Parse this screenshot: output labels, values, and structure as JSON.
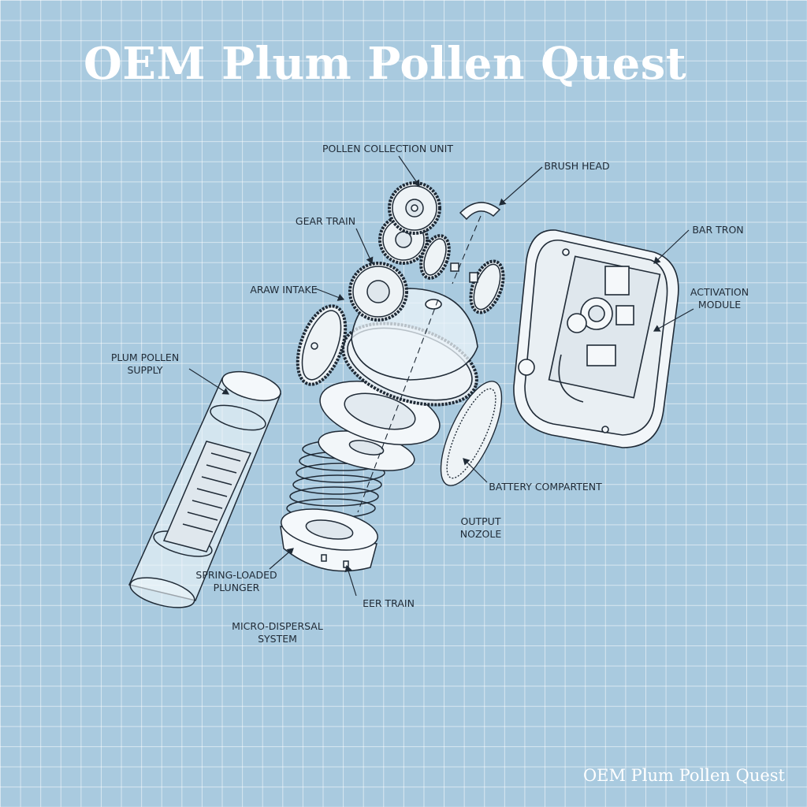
{
  "title": "OEM Plum Pollen Quest",
  "footer": "OEM Plum Pollen Quest",
  "labels": {
    "pollen_collection_unit": "POLLEN COLLECTION UNIT",
    "brush_head": "BRUSH HEAD",
    "gear_train_top": "GEAR TRAIN",
    "bar_tron": "BAR TRON",
    "air_intake": "ARAW INTAKE",
    "activation_module": "ACTIVATION\nMODULE",
    "plum_pollen_supply": "PLUM POLLEN\nSUPPLY",
    "battery_compartment": "BATTERY COMPARTENT",
    "output_nozzle": "OUTPUT\nNOZOLE",
    "spring_loaded_plunger": "SPRING-LOADED\nPLUNGER",
    "eer_train": "EER TRAIN",
    "micro_dispersal_system": "MICRO-DISPERSAL\nSYSTEM"
  },
  "colors": {
    "background": "#a9cadf",
    "grid": "#ffffff",
    "ink": "#1f2a36",
    "part_fill": "#eef3f6"
  }
}
